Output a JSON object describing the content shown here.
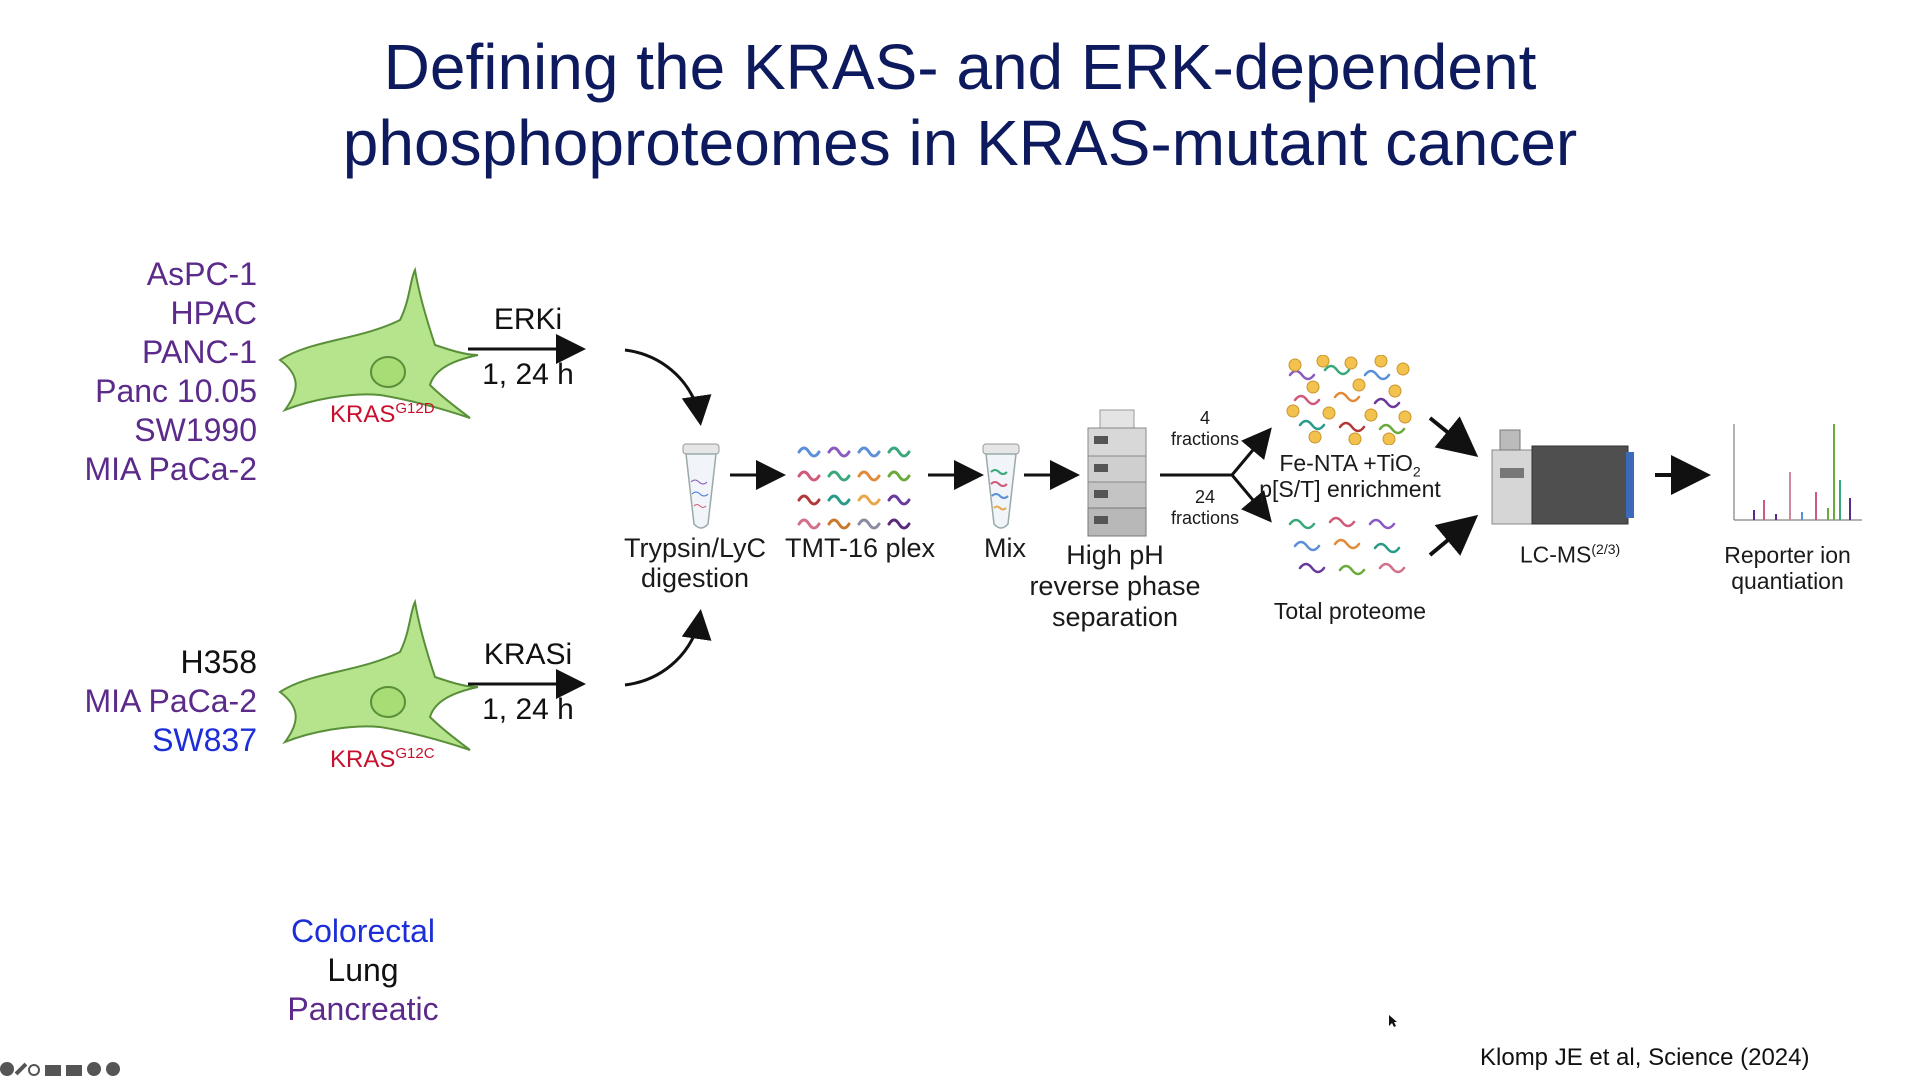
{
  "slide": {
    "title_line1": "Defining the KRAS- and ERK-dependent",
    "title_line2": "phosphoproteomes in KRAS-mutant cancer",
    "top_cells": [
      {
        "name": "AsPC-1",
        "color": "#5b2a8a"
      },
      {
        "name": "HPAC",
        "color": "#5b2a8a"
      },
      {
        "name": "PANC-1",
        "color": "#5b2a8a"
      },
      {
        "name": "Panc 10.05",
        "color": "#5b2a8a"
      },
      {
        "name": "SW1990",
        "color": "#5b2a8a"
      },
      {
        "name": "MIA PaCa-2",
        "color": "#5b2a8a"
      }
    ],
    "bottom_cells": [
      {
        "name": "H358",
        "color": "#111111"
      },
      {
        "name": "MIA PaCa-2",
        "color": "#5b2a8a"
      },
      {
        "name": "SW837",
        "color": "#1c2ed8"
      }
    ],
    "kras_top": {
      "base": "KRAS",
      "sup": "G12D"
    },
    "kras_bottom": {
      "base": "KRAS",
      "sup": "G12C"
    },
    "treat_top": {
      "drug": "ERKi",
      "time": "1, 24 h"
    },
    "treat_bottom": {
      "drug": "KRASi",
      "time": "1, 24 h"
    },
    "steps": {
      "digestion_line1": "Trypsin/LyC",
      "digestion_line2": "digestion",
      "tmt": "TMT-16 plex",
      "mix": "Mix",
      "hplc_line1": "High pH",
      "hplc_line2": "reverse phase",
      "hplc_line3": "separation",
      "frac4_line1": "4",
      "frac4_line2": "fractions",
      "frac24_line1": "24",
      "frac24_line2": "fractions",
      "enrich_line1": "Fe-NTA +TiO",
      "enrich_sub": "2",
      "enrich_line2": "p[S/T] enrichment",
      "total": "Total proteome",
      "lcms": "LC-MS",
      "lcms_sup": "(2/3)",
      "reporter_line1": "Reporter ion",
      "reporter_line2": "quantiation"
    },
    "legend": [
      {
        "label": "Colorectal",
        "color": "#1c2ed8"
      },
      {
        "label": "Lung",
        "color": "#111111"
      },
      {
        "label": "Pancreatic",
        "color": "#5b2a8a"
      }
    ],
    "citation": "Klomp JE et al, Science (2024)",
    "colors": {
      "title": "#0d1a5e",
      "cell_body": "#b5e48c",
      "cell_border": "#5a8f3a",
      "mutation": "#c8102e"
    }
  }
}
